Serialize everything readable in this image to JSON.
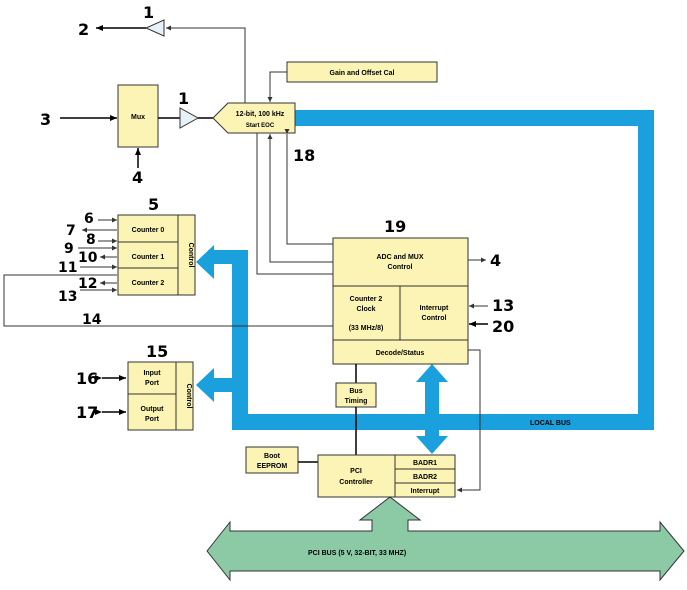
{
  "colors": {
    "block_fill": "#fbf4b4",
    "local_bus": "#1aa0dc",
    "pci_bus": "#8ccaa6"
  },
  "blocks": {
    "gain_offset": "Gain and Offset Cal",
    "mux": "Mux",
    "adc_line1": "12-bit, 100 kHz",
    "adc_line2": "Start EOC",
    "counter0": "Counter 0",
    "counter1": "Counter 1",
    "counter2": "Counter 2",
    "counter_control": "Control",
    "adc_mux_control_1": "ADC and MUX",
    "adc_mux_control_2": "Control",
    "counter2_clock_1": "Counter 2",
    "counter2_clock_2": "Clock",
    "counter2_clock_3": "(33 MHz/8)",
    "interrupt_control_1": "Interrupt",
    "interrupt_control_2": "Control",
    "decode_status": "Decode/Status",
    "input_port_1": "Input",
    "input_port_2": "Port",
    "output_port_1": "Output",
    "output_port_2": "Port",
    "port_control": "Control",
    "bus_timing_1": "Bus",
    "bus_timing_2": "Timing",
    "boot_eeprom_1": "Boot",
    "boot_eeprom_2": "EEPROM",
    "pci_controller_1": "PCI",
    "pci_controller_2": "Controller",
    "badr1": "BADR1",
    "badr2": "BADR2",
    "interrupt": "Interrupt",
    "local_bus": "LOCAL BUS",
    "pci_bus": "PCI BUS (5 V, 32-BIT, 33 MHZ)"
  },
  "callouts": {
    "n1_top": "1",
    "n2": "2",
    "n3": "3",
    "n1_mid": "1",
    "n4_mux": "4",
    "n18": "18",
    "n5": "5",
    "n6": "6",
    "n7": "7",
    "n8": "8",
    "n9": "9",
    "n10": "10",
    "n11": "11",
    "n12": "12",
    "n13_left": "13",
    "n14": "14",
    "n19": "19",
    "n4_right": "4",
    "n13_right": "13",
    "n20": "20",
    "n15": "15",
    "n16": "16",
    "n17": "17"
  }
}
